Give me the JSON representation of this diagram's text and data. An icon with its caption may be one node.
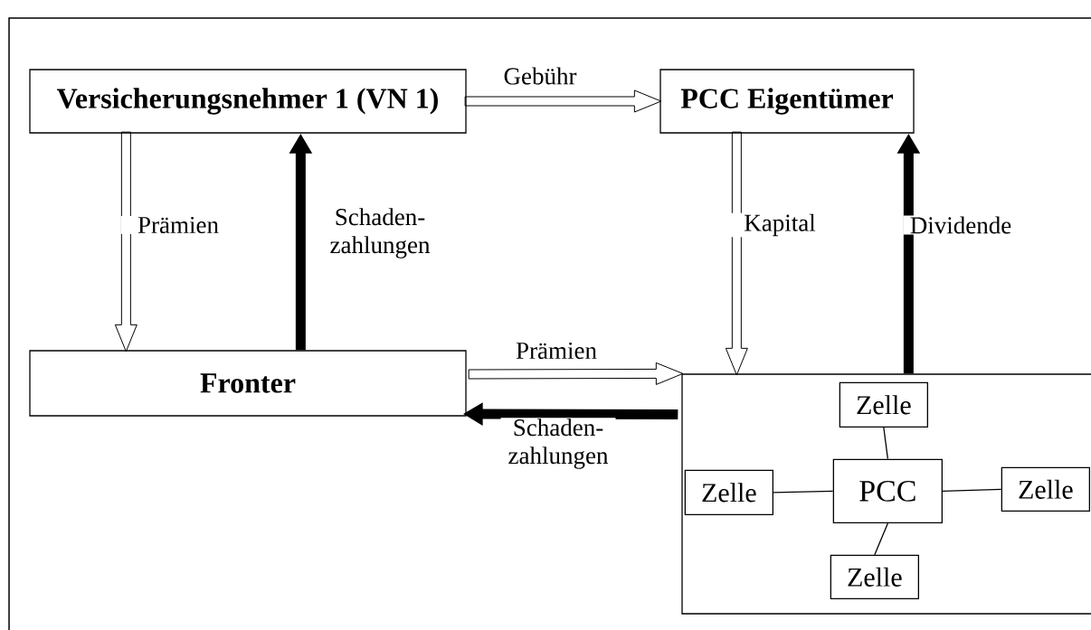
{
  "diagram": {
    "nodes": [
      {
        "text": [
          "Versicherungsnehmer 1 (VN 1)"
        ]
      },
      {
        "text": [
          "PCC Eigentümer"
        ]
      },
      {
        "text": [
          "Fronter"
        ]
      },
      {
        "text": [],
        "shape": "box"
      },
      {
        "text": [
          "Zelle"
        ],
        "in": 3
      },
      {
        "text": [
          "Zelle"
        ],
        "in": 3
      },
      {
        "text": [
          "PCC"
        ],
        "in": 3
      },
      {
        "text": [
          "Zelle"
        ],
        "in": 3
      },
      {
        "text": [
          "Zelle"
        ],
        "in": 3
      }
    ],
    "edges": [
      {
        "from": 0,
        "to": 1,
        "arrow": "to",
        "label": "Gebühr"
      },
      {
        "from": 0,
        "to": 2,
        "arrow": "to",
        "label": "Prämien"
      },
      {
        "from": 2,
        "to": 0,
        "arrow": "to",
        "label": "Schaden- zahlungen",
        "style": "thick"
      },
      {
        "from": 1,
        "to": 3,
        "arrow": "to",
        "label": "Kapital"
      },
      {
        "from": 3,
        "to": 1,
        "arrow": "to",
        "label": "Dividende",
        "style": "thick"
      },
      {
        "from": 2,
        "to": 3,
        "arrow": "to",
        "label": "Prämien"
      },
      {
        "from": 3,
        "to": 2,
        "arrow": "to",
        "label": "Schaden- zahlungen",
        "style": "thick"
      },
      {
        "from": 6,
        "to": 4,
        "arrow": "none"
      },
      {
        "from": 6,
        "to": 5,
        "arrow": "none"
      },
      {
        "from": 6,
        "to": 7,
        "arrow": "none"
      },
      {
        "from": 6,
        "to": 8,
        "arrow": "none"
      }
    ]
  }
}
